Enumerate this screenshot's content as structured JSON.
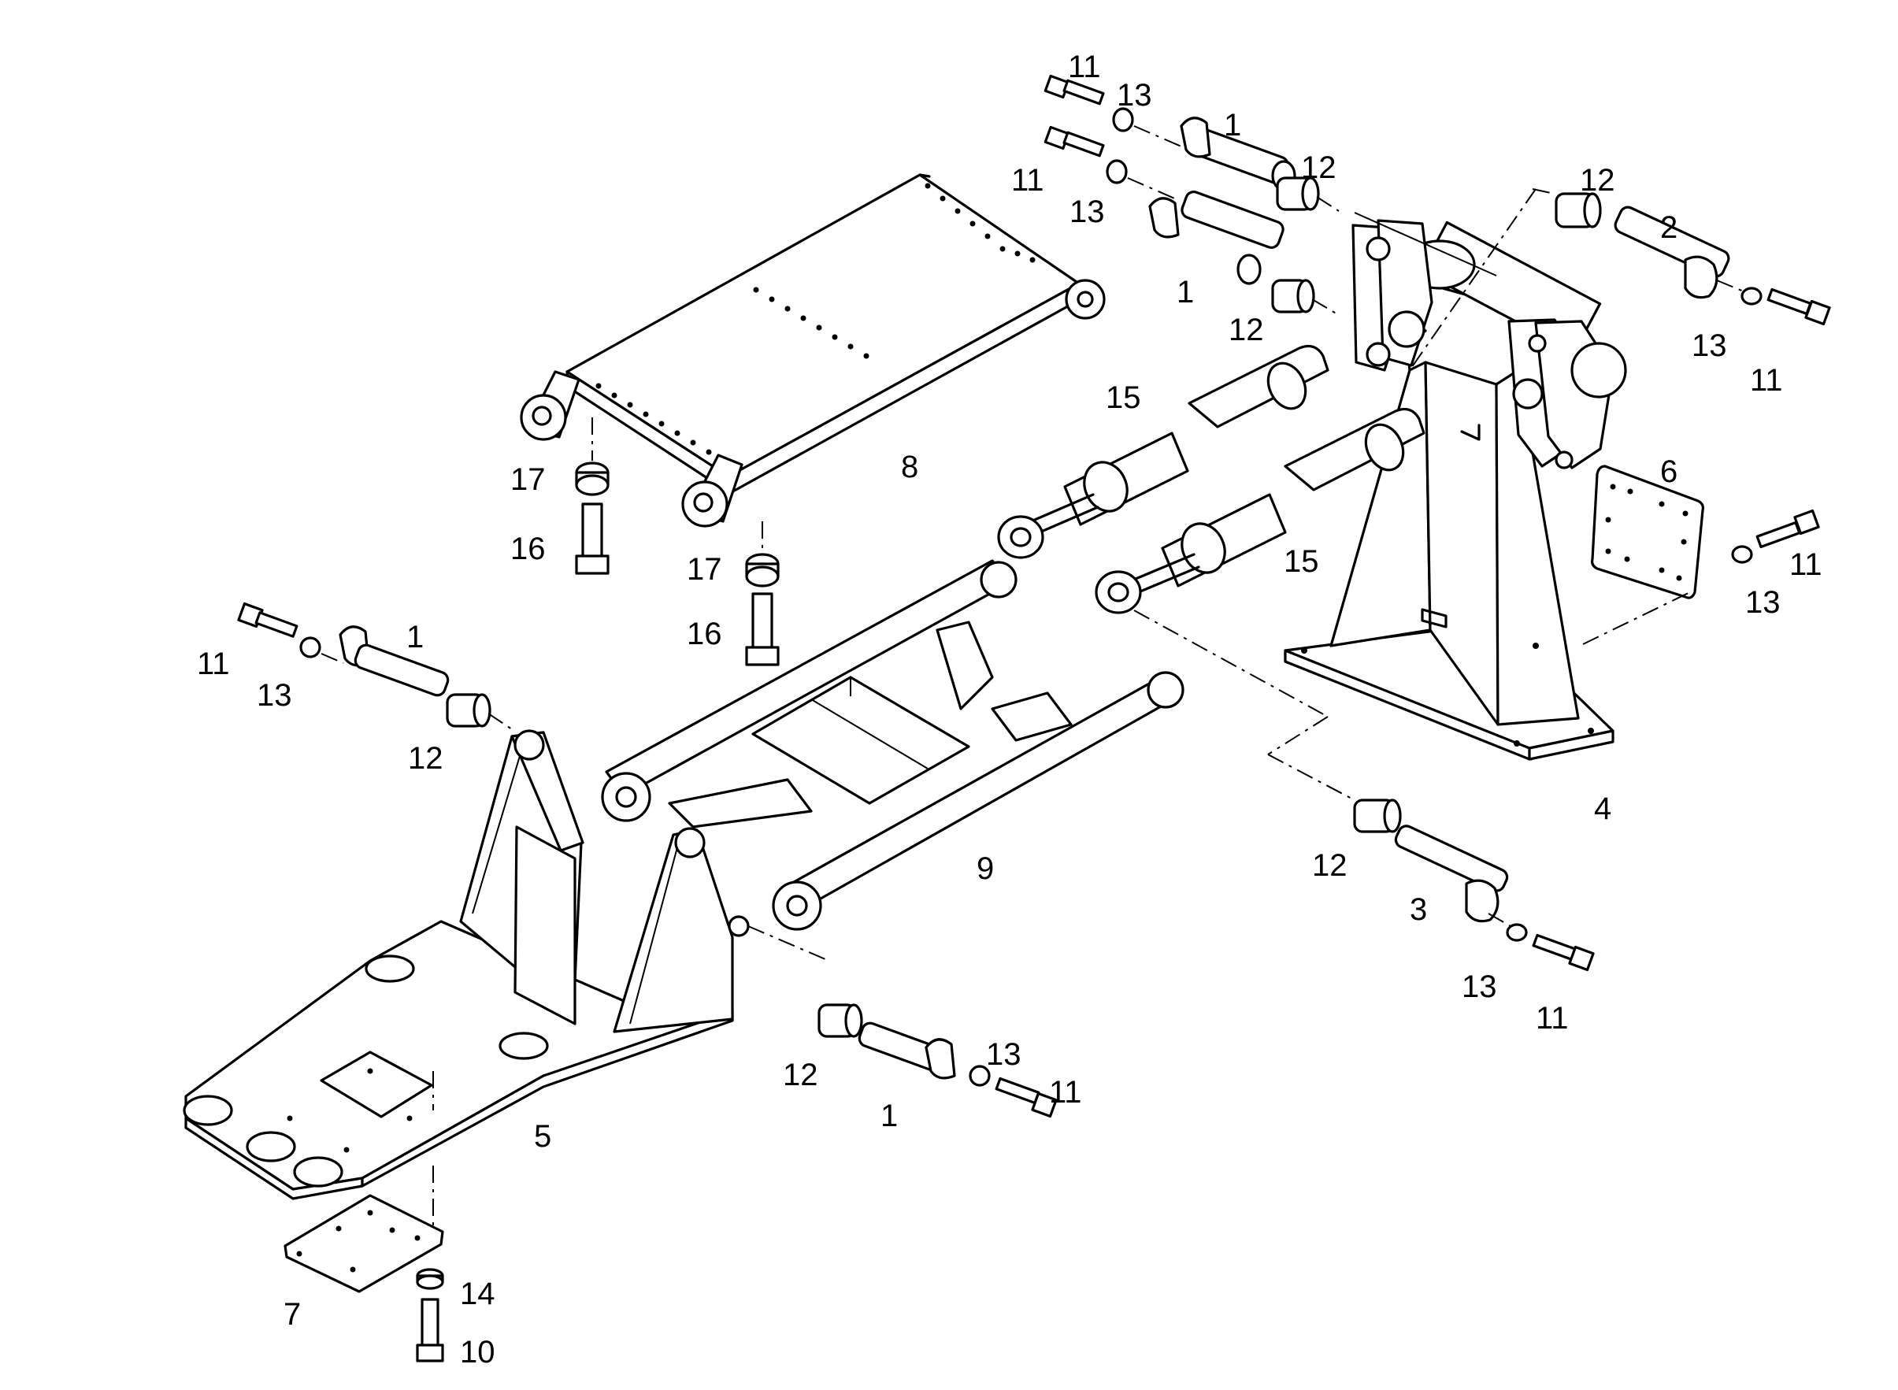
{
  "diagram": {
    "type": "exploded-parts-drawing",
    "callouts": [
      {
        "id": "c1",
        "text": "11"
      },
      {
        "id": "c2",
        "text": "13"
      },
      {
        "id": "c3",
        "text": "1"
      },
      {
        "id": "c4",
        "text": "11"
      },
      {
        "id": "c5",
        "text": "13"
      },
      {
        "id": "c6",
        "text": "12"
      },
      {
        "id": "c7",
        "text": "1"
      },
      {
        "id": "c8",
        "text": "12"
      },
      {
        "id": "c9",
        "text": "12"
      },
      {
        "id": "c10",
        "text": "2"
      },
      {
        "id": "c11",
        "text": "13"
      },
      {
        "id": "c12",
        "text": "11"
      },
      {
        "id": "c13",
        "text": "15"
      },
      {
        "id": "c14",
        "text": "8"
      },
      {
        "id": "c15",
        "text": "17"
      },
      {
        "id": "c16",
        "text": "16"
      },
      {
        "id": "c17",
        "text": "17"
      },
      {
        "id": "c18",
        "text": "16"
      },
      {
        "id": "c19",
        "text": "6"
      },
      {
        "id": "c20",
        "text": "11"
      },
      {
        "id": "c21",
        "text": "13"
      },
      {
        "id": "c22",
        "text": "15"
      },
      {
        "id": "c23",
        "text": "11"
      },
      {
        "id": "c24",
        "text": "1"
      },
      {
        "id": "c25",
        "text": "13"
      },
      {
        "id": "c26",
        "text": "12"
      },
      {
        "id": "c27",
        "text": "4"
      },
      {
        "id": "c28",
        "text": "9"
      },
      {
        "id": "c29",
        "text": "12"
      },
      {
        "id": "c30",
        "text": "3"
      },
      {
        "id": "c31",
        "text": "13"
      },
      {
        "id": "c32",
        "text": "11"
      },
      {
        "id": "c33",
        "text": "12"
      },
      {
        "id": "c34",
        "text": "13"
      },
      {
        "id": "c35",
        "text": "11"
      },
      {
        "id": "c36",
        "text": "1"
      },
      {
        "id": "c37",
        "text": "5"
      },
      {
        "id": "c38",
        "text": "14"
      },
      {
        "id": "c39",
        "text": "7"
      },
      {
        "id": "c40",
        "text": "10"
      }
    ]
  }
}
